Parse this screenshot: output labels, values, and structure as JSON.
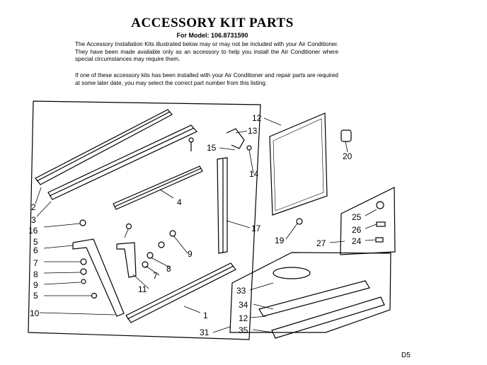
{
  "header": {
    "title": "ACCESSORY KIT PARTS",
    "model_line": "For Model: 106.8731590",
    "paragraph_1": "The Accessory Installation Kits illustrated below may or may not be included with your Air Conditioner. They have been made available only as an accessory to help you install the Air Conditioner where special circumstances may require them.",
    "paragraph_2": "If one of these accessory kits has been installed with your Air Conditioner and repair parts are required at some later date, you may select the correct part number from this listing."
  },
  "callouts": {
    "c1": "1",
    "c2": "2",
    "c3": "3",
    "c4": "4",
    "c5a": "5",
    "c5b": "5",
    "c6": "6",
    "c7a": "7",
    "c7b": "7",
    "c8a": "8",
    "c8b": "8",
    "c9a": "9",
    "c9b": "9",
    "c10": "10",
    "c11": "11",
    "c12a": "12",
    "c12b": "12",
    "c13": "13",
    "c14": "14",
    "c15": "15",
    "c16": "16",
    "c17": "17",
    "c19": "19",
    "c20": "20",
    "c24": "24",
    "c25": "25",
    "c26": "26",
    "c27": "27",
    "c31": "31",
    "c33": "33",
    "c34": "34",
    "c35": "35"
  },
  "footer": {
    "page_code": "D5"
  }
}
